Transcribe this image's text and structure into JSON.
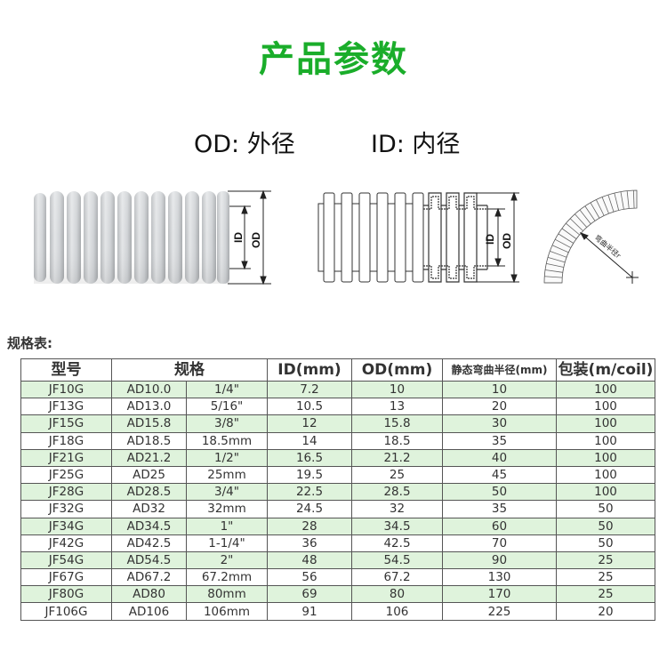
{
  "page": {
    "title": "产品参数",
    "accent_color": "#1aad2a",
    "legend": {
      "od": "OD: 外径",
      "id": "ID: 内径"
    },
    "figures": {
      "outer_view": {
        "id_label": "ID",
        "od_label": "OD"
      },
      "section_view": {
        "id_label": "ID",
        "od_label": "OD"
      },
      "bend_view": {
        "radius_label": "弯曲半径r"
      }
    },
    "spec_label": "规格表:",
    "table": {
      "headers": [
        "型号",
        "规格",
        "ID(mm)",
        "OD(mm)",
        "静态弯曲半径(mm)",
        "包装(m/coil)"
      ],
      "row_highlight_color": "#dff3dc",
      "rows": [
        {
          "model": "JF10G",
          "ad": "AD10.0",
          "size": "1/4\"",
          "id": "7.2",
          "od": "10",
          "bend": "10",
          "pack": "100"
        },
        {
          "model": "JF13G",
          "ad": "AD13.0",
          "size": "5/16\"",
          "id": "10.5",
          "od": "13",
          "bend": "20",
          "pack": "100"
        },
        {
          "model": "JF15G",
          "ad": "AD15.8",
          "size": "3/8\"",
          "id": "12",
          "od": "15.8",
          "bend": "30",
          "pack": "100"
        },
        {
          "model": "JF18G",
          "ad": "AD18.5",
          "size": "18.5mm",
          "id": "14",
          "od": "18.5",
          "bend": "35",
          "pack": "100"
        },
        {
          "model": "JF21G",
          "ad": "AD21.2",
          "size": "1/2\"",
          "id": "16.5",
          "od": "21.2",
          "bend": "40",
          "pack": "100"
        },
        {
          "model": "JF25G",
          "ad": "AD25",
          "size": "25mm",
          "id": "19.5",
          "od": "25",
          "bend": "45",
          "pack": "100"
        },
        {
          "model": "JF28G",
          "ad": "AD28.5",
          "size": "3/4\"",
          "id": "22.5",
          "od": "28.5",
          "bend": "50",
          "pack": "100"
        },
        {
          "model": "JF32G",
          "ad": "AD32",
          "size": "32mm",
          "id": "24.5",
          "od": "32",
          "bend": "35",
          "pack": "50"
        },
        {
          "model": "JF34G",
          "ad": "AD34.5",
          "size": "1\"",
          "id": "28",
          "od": "34.5",
          "bend": "60",
          "pack": "50"
        },
        {
          "model": "JF42G",
          "ad": "AD42.5",
          "size": "1-1/4\"",
          "id": "36",
          "od": "42.5",
          "bend": "70",
          "pack": "50"
        },
        {
          "model": "JF54G",
          "ad": "AD54.5",
          "size": "2\"",
          "id": "48",
          "od": "54.5",
          "bend": "90",
          "pack": "25"
        },
        {
          "model": "JF67G",
          "ad": "AD67.2",
          "size": "67.2mm",
          "id": "56",
          "od": "67.2",
          "bend": "130",
          "pack": "25"
        },
        {
          "model": "JF80G",
          "ad": "AD80",
          "size": "80mm",
          "id": "69",
          "od": "80",
          "bend": "170",
          "pack": "25"
        },
        {
          "model": "JF106G",
          "ad": "AD106",
          "size": "106mm",
          "id": "91",
          "od": "106",
          "bend": "225",
          "pack": "20"
        }
      ]
    }
  }
}
